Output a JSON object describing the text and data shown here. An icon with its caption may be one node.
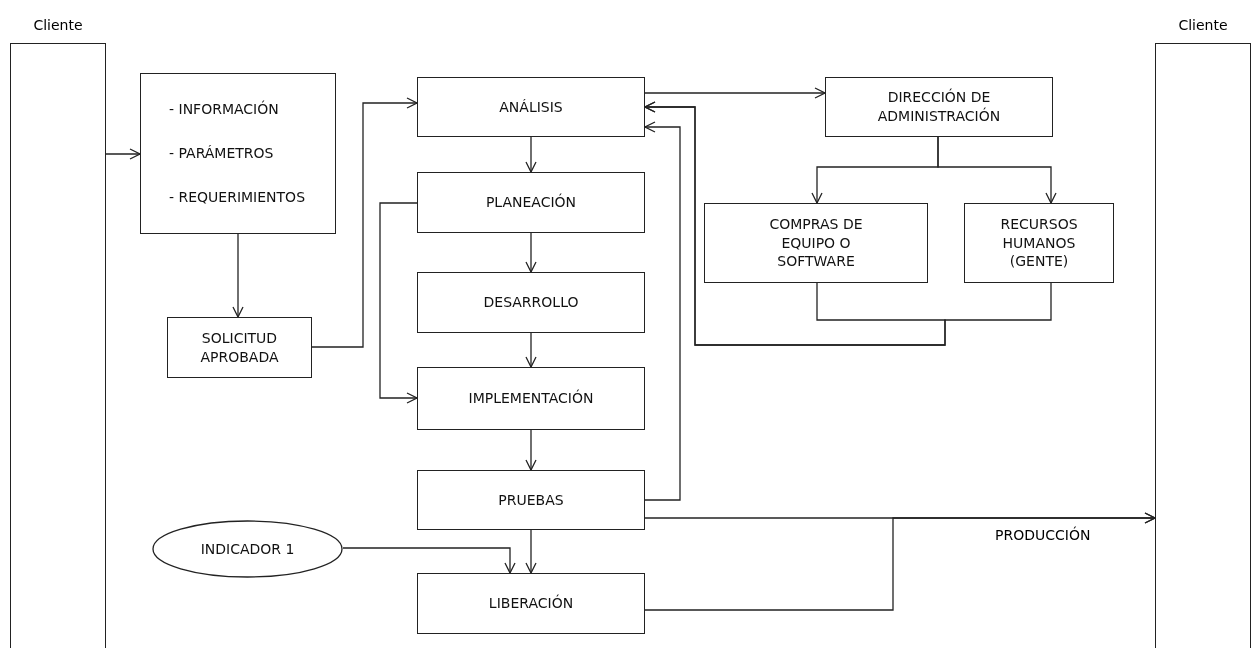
{
  "diagram": {
    "nodes": [
      {
        "text": [
          "Cliente"
        ]
      },
      {
        "text": [
          "- INFORMACIÓN",
          "- PARÁMETROS",
          "- REQUERIMIENTOS"
        ]
      },
      {
        "text": [
          "SOLICITUD APROBADA"
        ]
      },
      {
        "text": [
          "ANÁLISIS"
        ]
      },
      {
        "text": [
          "PLANEACIÓN"
        ]
      },
      {
        "text": [
          "DESARROLLO"
        ]
      },
      {
        "text": [
          "IMPLEMENTACIÓN"
        ]
      },
      {
        "text": [
          "PRUEBAS"
        ]
      },
      {
        "text": [
          "INDICADOR 1"
        ]
      },
      {
        "text": [
          "LIBERACIÓN"
        ]
      },
      {
        "text": [
          "DIRECCIÓN DE ADMINISTRACIÓN"
        ]
      },
      {
        "text": [
          "COMPRAS DE EQUIPO O SOFTWARE"
        ]
      },
      {
        "text": [
          "RECURSOS HUMANOS (GENTE)"
        ]
      },
      {
        "text": [
          "Cliente"
        ]
      }
    ],
    "edges": [
      {
        "from": 0,
        "to": 1,
        "arrow": "to"
      },
      {
        "from": 1,
        "to": 2,
        "arrow": "to"
      },
      {
        "from": 2,
        "to": 3,
        "arrow": "to"
      },
      {
        "from": 3,
        "to": 4,
        "arrow": "to"
      },
      {
        "from": 4,
        "to": 5,
        "arrow": "to"
      },
      {
        "from": 5,
        "to": 6,
        "arrow": "to"
      },
      {
        "from": 6,
        "to": 7,
        "arrow": "to"
      },
      {
        "from": 4,
        "to": 6,
        "arrow": "to"
      },
      {
        "from": 7,
        "to": 3,
        "arrow": "to"
      },
      {
        "from": 3,
        "to": 10,
        "arrow": "to"
      },
      {
        "from": 10,
        "to": 11,
        "arrow": "to"
      },
      {
        "from": 10,
        "to": 12,
        "arrow": "to"
      },
      {
        "from": 11,
        "to": 3,
        "arrow": "to"
      },
      {
        "from": 12,
        "to": 3,
        "arrow": "to"
      },
      {
        "from": 8,
        "to": 9,
        "arrow": "to"
      },
      {
        "from": 7,
        "to": 9,
        "arrow": "to"
      },
      {
        "from": 7,
        "to": 13,
        "arrow": "to",
        "label": "PRODUCCIÓN"
      },
      {
        "from": 9,
        "to": 13,
        "arrow": "to"
      }
    ]
  }
}
